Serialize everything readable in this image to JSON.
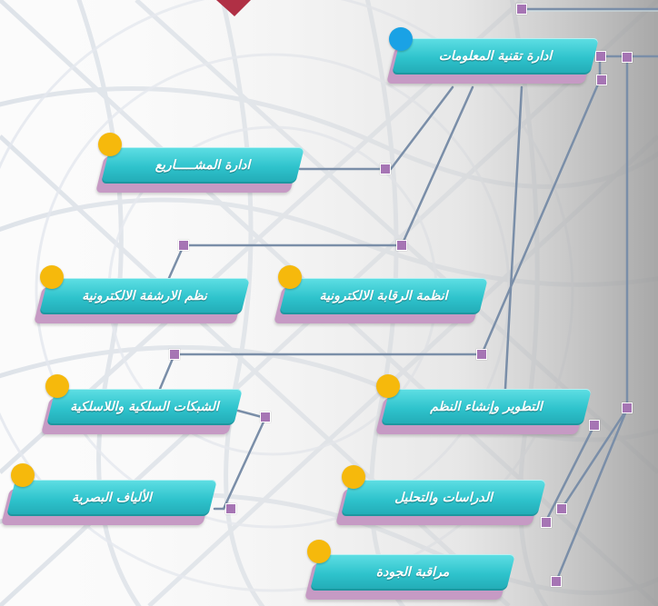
{
  "colors": {
    "node_fill": "#34c6cf",
    "node_shadow": "#c69ac4",
    "dot_primary": "#f6b90c",
    "dot_root": "#1aa2e5",
    "connector": "#7a8ea8",
    "junction": "#a675b4"
  },
  "nodes": {
    "it_management": "ادارة تقنية المعلومات",
    "project_management": "ادارة المشـــــاريع",
    "electronic_archiving": "نظم الارشفة الالكترونية",
    "electronic_monitoring": "انظمة الرقابة الالكترونية",
    "wired_wireless_networks": "الشبكات السلكية واللاسلكية",
    "systems_development": "التطوير وإنشاء النظم",
    "fiber_optics": "الألياف البصرية",
    "studies_analysis": "الدراسات والتحليل",
    "quality_control": "مراقبة الجودة"
  }
}
